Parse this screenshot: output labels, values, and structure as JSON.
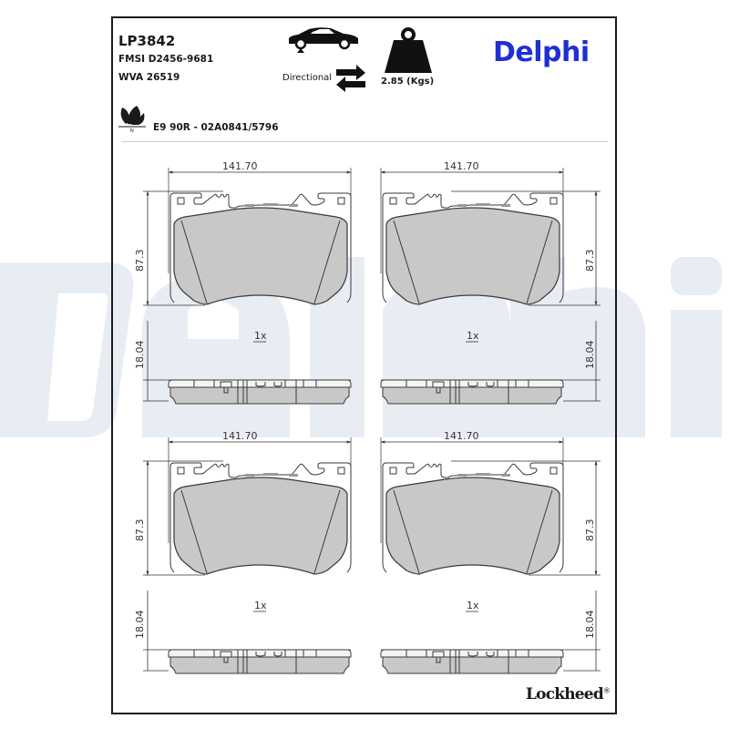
{
  "header": {
    "part_number": "LP3842",
    "fmsi": "FMSI D2456-9681",
    "wva": "WVA 26519",
    "ece_approval": "E9 90R - 02A0841/5796",
    "directional_label": "Directional",
    "weight": "2.85 (Kgs)",
    "icons": [
      "car-axle-icon",
      "directional-arrows-icon",
      "weight-icon",
      "eco-leaf-icon"
    ]
  },
  "branding": {
    "brand_logo": "Delphi",
    "brand_color": "#1e2fd6",
    "footer_logo": "Lockheed",
    "footer_mark": "®",
    "watermark": "Delphi",
    "watermark_color": "#e8edf4"
  },
  "drawings": [
    {
      "position": "top-left",
      "width_dim": "141.70",
      "height_dim": "87.3",
      "thickness_dim": "18.04",
      "quantity": "1x"
    },
    {
      "position": "top-right",
      "width_dim": "141.70",
      "height_dim": "87.3",
      "thickness_dim": "18.04",
      "quantity": "1x"
    },
    {
      "position": "bottom-left",
      "width_dim": "141.70",
      "height_dim": "87.3",
      "thickness_dim": "18.04",
      "quantity": "1x"
    },
    {
      "position": "bottom-right",
      "width_dim": "141.70",
      "height_dim": "87.3",
      "thickness_dim": "18.04",
      "quantity": "1x"
    }
  ],
  "colors": {
    "pad_fill": "#c8c8c8",
    "line": "#3a3a3a"
  }
}
